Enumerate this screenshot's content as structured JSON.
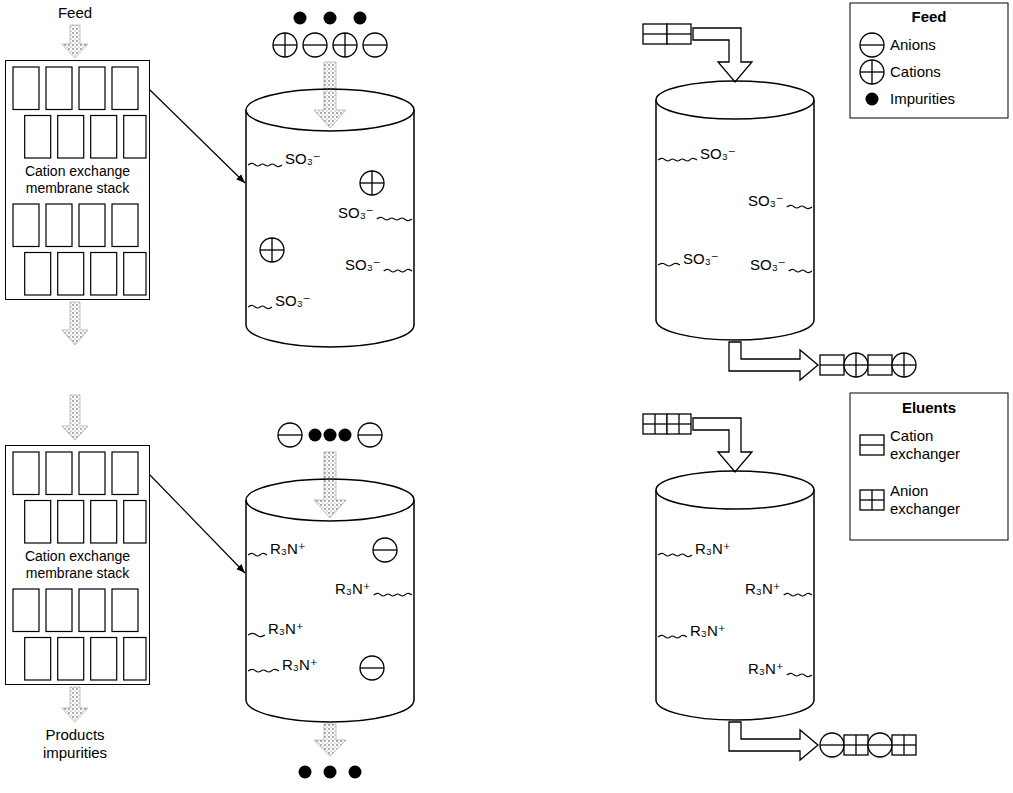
{
  "diagram": {
    "nodes": [
      {
        "text": [
          "Cation exchange membrane stack"
        ]
      },
      {
        "text": [
          "SO₃⁻",
          "SO₃⁻",
          "SO₃⁻",
          "SO₃⁻"
        ]
      },
      {
        "text": [
          "SO₃⁻",
          "SO₃⁻",
          "SO₃⁻",
          "SO₃⁻"
        ]
      },
      {
        "text": [
          "Cation exchange membrane stack"
        ]
      },
      {
        "text": [
          "R₃N⁺",
          "R₃N⁺",
          "R₃N⁺",
          "R₃N⁺"
        ]
      },
      {
        "text": [
          "R₃N⁺",
          "R₃N⁺",
          "R₃N⁺",
          "R₃N⁺"
        ]
      }
    ],
    "edges": [
      {
        "from": 0,
        "to": 1,
        "arrow": "to"
      },
      {
        "from": 3,
        "to": 4,
        "arrow": "to"
      }
    ],
    "labels": [
      "Feed",
      "Products impurities",
      "Feed",
      "Eluents"
    ],
    "legend": [
      {
        "text": "Anions"
      },
      {
        "text": "Cations"
      },
      {
        "text": "Impurities"
      },
      {
        "text": "Cation exchanger"
      },
      {
        "text": "Anion exchanger"
      }
    ]
  }
}
